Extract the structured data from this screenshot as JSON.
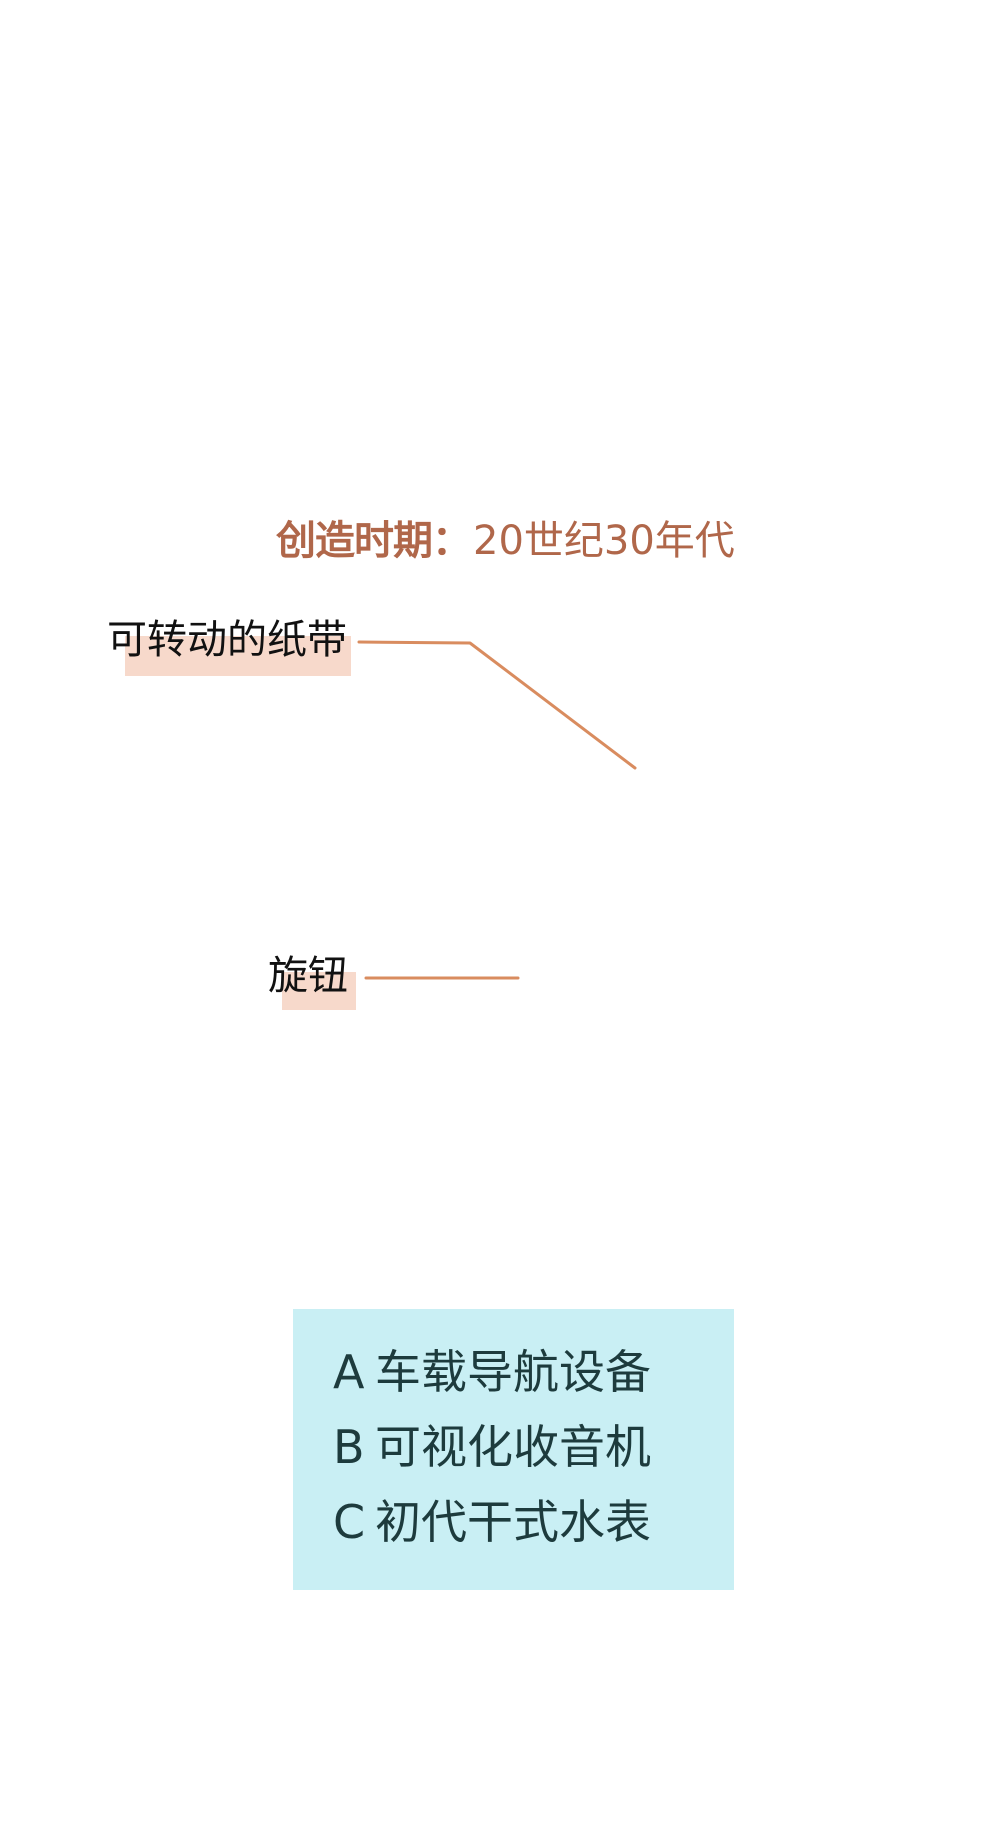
{
  "era": {
    "label": "创造时期：",
    "value": "20世纪30年代"
  },
  "callouts": {
    "tape": "可转动的纸带",
    "knob": "旋钮"
  },
  "options": [
    {
      "letter": "A",
      "text": "车载导航设备"
    },
    {
      "letter": "B",
      "text": "可视化收音机"
    },
    {
      "letter": "C",
      "text": "初代干式水表"
    }
  ],
  "colors": {
    "era_text": "#b0674a",
    "highlight": "#f7d9cb",
    "leader_line": "#d98c5f",
    "options_background": "#c9eff4",
    "options_text": "#1d3b3d"
  }
}
